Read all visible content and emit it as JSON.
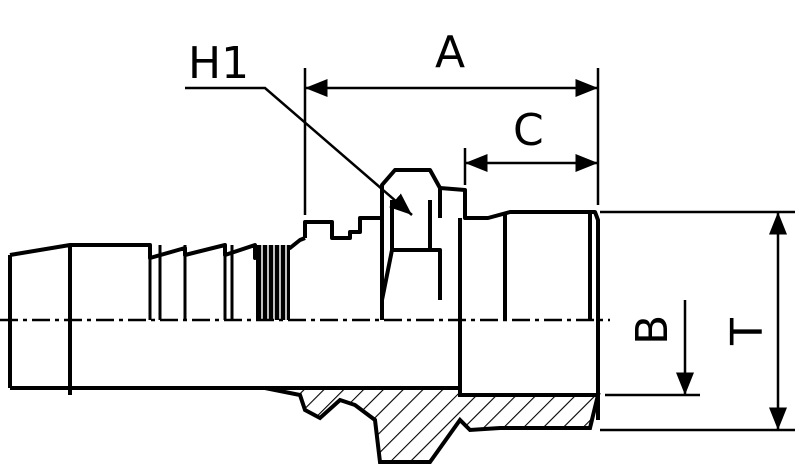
{
  "drawing": {
    "description_free": true,
    "labels": {
      "h1": "H1",
      "a": "A",
      "c": "C",
      "b": "B",
      "t": "T"
    },
    "colors": {
      "line": "#000000",
      "background": "#ffffff"
    }
  }
}
